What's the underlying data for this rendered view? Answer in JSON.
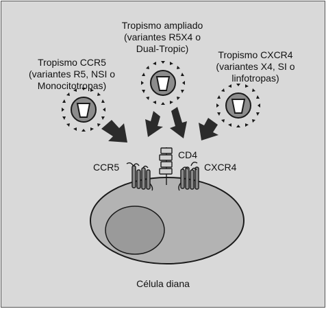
{
  "virus_left": {
    "title": "Tropismo CCR5",
    "line2": "(variantes R5, NSI o",
    "line3": "Monocitotropas)"
  },
  "virus_center": {
    "title": "Tropismo ampliado",
    "line2": "(variantes R5X4 o",
    "line3": "Dual-Tropic)"
  },
  "virus_right": {
    "title": "Tropismo CXCR4",
    "line2": "(variantes X4, SI o",
    "line3": "linfotropas)"
  },
  "receptors": {
    "ccr5": "CCR5",
    "cd4": "CD4",
    "cxcr4": "CXCR4"
  },
  "cell_label": "Célula diana",
  "colors": {
    "background": "#d9d9d9",
    "cell": "#b3b3b3",
    "nucleus": "#9a9a9a",
    "virus_outer": "#8c8c8c",
    "virus_core": "#ffffff",
    "arrow": "#2b2b2b"
  }
}
